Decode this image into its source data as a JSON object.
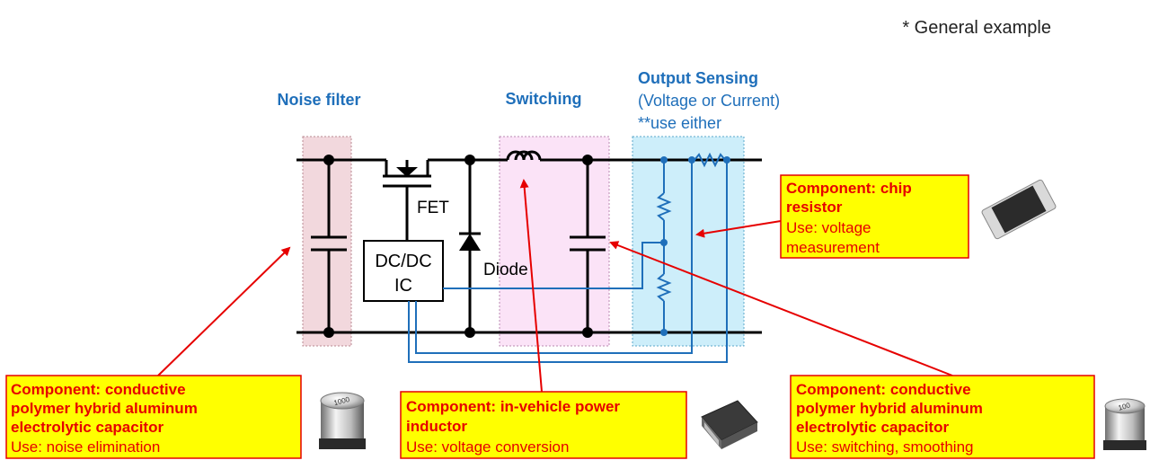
{
  "note": "* General example",
  "sections": {
    "noise_filter": "Noise filter",
    "switching": "Switching",
    "output_sensing_title": "Output Sensing",
    "output_sensing_sub": "(Voltage or Current)",
    "output_sensing_note": "**use either"
  },
  "circuit_labels": {
    "fet": "FET",
    "diode": "Diode",
    "ic_line1": "DC/DC",
    "ic_line2": "IC"
  },
  "callouts": {
    "chip_resistor": {
      "title1": "Component: chip",
      "title2": "resistor",
      "use1": "Use: voltage",
      "use2": "measurement"
    },
    "noise_capacitor": {
      "title1": "Component: conductive",
      "title2": "polymer hybrid aluminum",
      "title3": "electrolytic capacitor",
      "use": "Use: noise elimination"
    },
    "power_inductor": {
      "title1": "Component: in-vehicle power",
      "title2": "inductor",
      "use": "Use: voltage conversion"
    },
    "smoothing_capacitor": {
      "title1": "Component: conductive",
      "title2": "polymer hybrid aluminum",
      "title3": "electrolytic capacitor",
      "use": "Use: switching, smoothing"
    }
  },
  "colors": {
    "section_blue": "#1f6fba",
    "callout_red": "#e60000",
    "callout_fill": "#ffff00",
    "noise_zone": "#f2d8dd",
    "switch_zone": "#fbe3f7",
    "sense_zone": "#cdeefa",
    "wire": "#000000",
    "signal_wire": "#1f6fba"
  }
}
